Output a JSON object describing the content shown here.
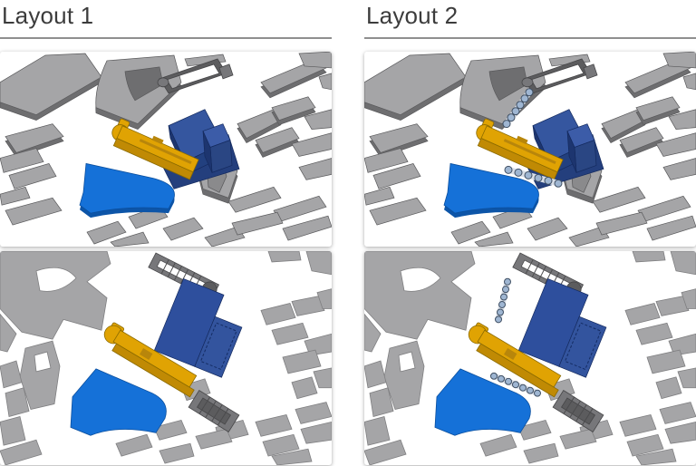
{
  "columns": [
    {
      "title": "Layout 1",
      "has_tree_rows": false,
      "panels": [
        {
          "label": "3D perspective view of city model with highlighted buildings"
        },
        {
          "label": "Top-down site plan view with highlighted buildings"
        }
      ]
    },
    {
      "title": "Layout 2",
      "has_tree_rows": true,
      "panels": [
        {
          "label": "3D perspective view of city model with highlighted buildings and tree rows"
        },
        {
          "label": "Top-down site plan view with highlighted buildings and tree rows"
        }
      ]
    }
  ],
  "theme": {
    "heading_color": "#3c3c3c",
    "divider_color": "#8f8f8f",
    "building_gray": "#a5a5a7",
    "building_gray_side": "#6e6e70",
    "building_gray_edge": "#59595b",
    "highlight_blue": "#2e4f9d",
    "highlight_blue_dark": "#243f7d",
    "site_blue": "#1571d8",
    "site_blue_dark": "#0d55a8",
    "accent_orange": "#e0a303",
    "accent_orange_dark": "#c08a04",
    "structure_dark": "#5c5c5e",
    "tree_fill": "#9fb6d2",
    "tree_stroke": "#3f4f63"
  }
}
